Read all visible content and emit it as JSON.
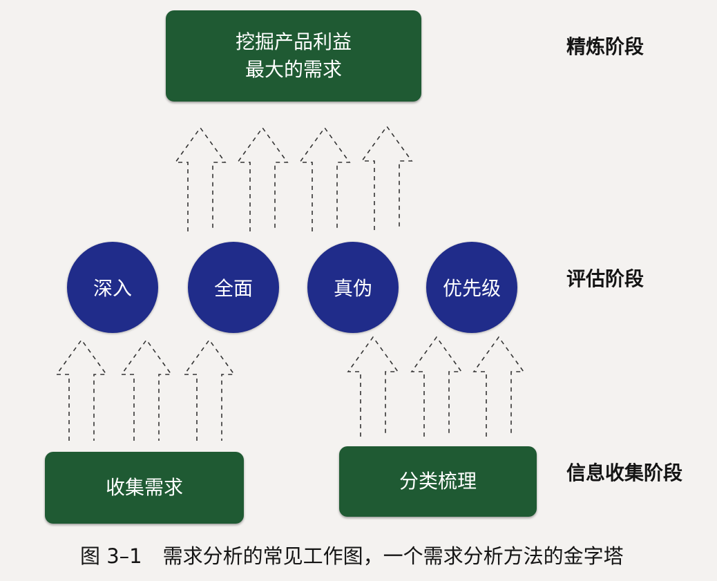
{
  "top_box": {
    "lines": [
      "挖掘产品利益",
      "最大的需求"
    ]
  },
  "circles": [
    "深入",
    "全面",
    "真伪",
    "优先级"
  ],
  "bottom_boxes": [
    "收集需求",
    "分类梳理"
  ],
  "stages": {
    "refine": "精炼阶段",
    "evaluate": "评估阶段",
    "collect": "信息收集阶段"
  },
  "caption": {
    "number": "图 3–1",
    "text": "需求分析的常见工作图，一个需求分析方法的金字塔"
  },
  "colors": {
    "box_green": "#1f5a33",
    "circle_blue": "#202c8a",
    "arrow": "#333333"
  }
}
